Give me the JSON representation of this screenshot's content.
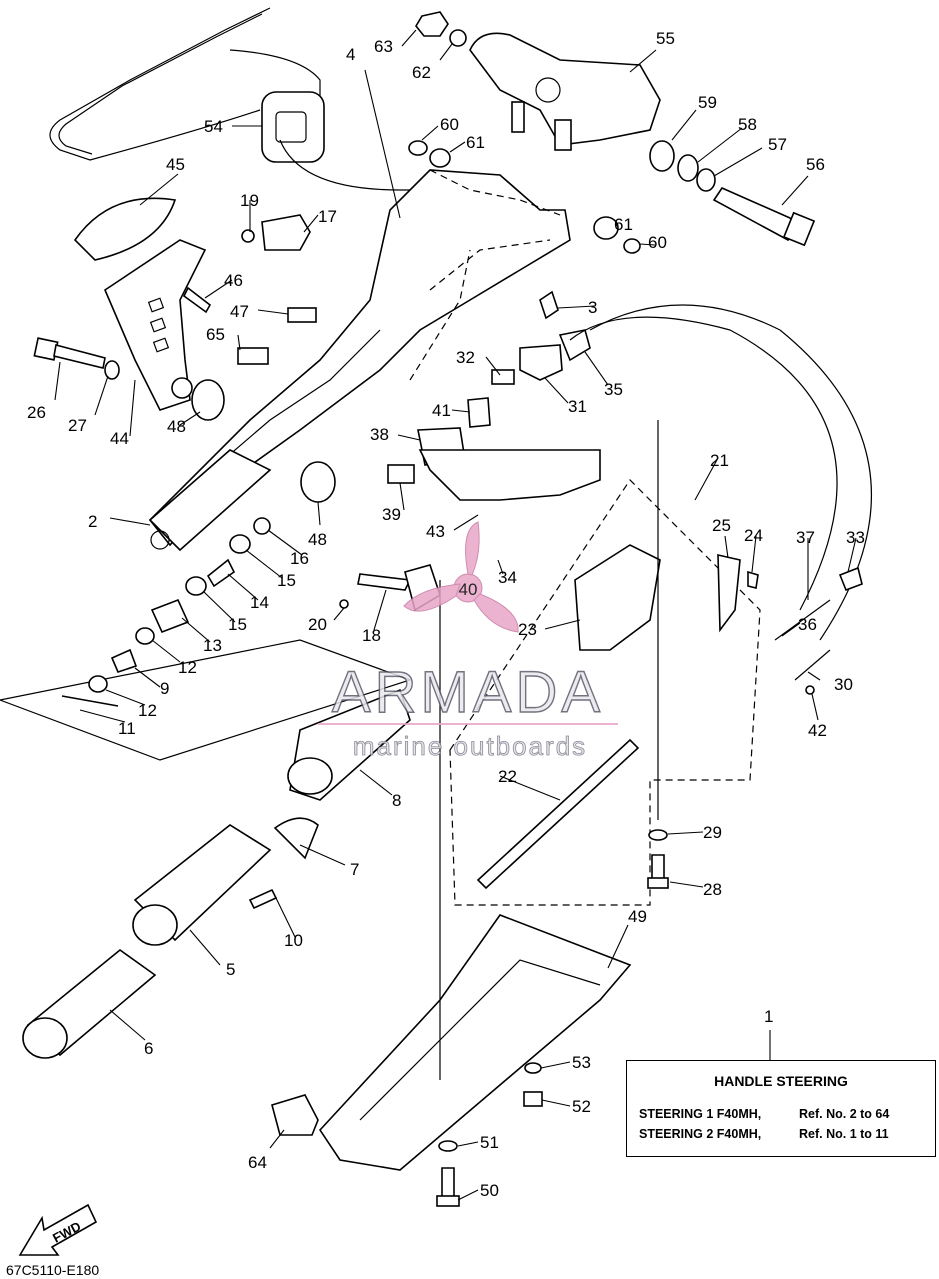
{
  "callouts": [
    "1",
    "2",
    "3",
    "4",
    "5",
    "6",
    "7",
    "8",
    "9",
    "10",
    "11",
    "12",
    "12",
    "13",
    "14",
    "15",
    "15",
    "16",
    "17",
    "18",
    "19",
    "20",
    "21",
    "22",
    "23",
    "24",
    "25",
    "26",
    "27",
    "28",
    "29",
    "30",
    "31",
    "32",
    "33",
    "34",
    "35",
    "36",
    "37",
    "38",
    "39",
    "40",
    "41",
    "42",
    "43",
    "44",
    "45",
    "46",
    "47",
    "48",
    "48",
    "49",
    "50",
    "51",
    "52",
    "53",
    "54",
    "55",
    "56",
    "57",
    "58",
    "59",
    "60",
    "60",
    "61",
    "61",
    "62",
    "63",
    "64",
    "65"
  ],
  "watermark": {
    "brand": "ARMADA",
    "tagline": "marine outboards",
    "badge_number": "40"
  },
  "info_box": {
    "title": "HANDLE STEERING",
    "rows": [
      {
        "label": "STEERING 1 F40MH,",
        "ref": "Ref. No. 2 to 64"
      },
      {
        "label": "STEERING 2 F40MH,",
        "ref": "Ref. No. 1 to 11"
      }
    ]
  },
  "fwd_label": "FWD",
  "drawing_code": "67C5110-E180",
  "colors": {
    "line": "#000000",
    "watermark_pink": "#e8a6c8",
    "watermark_text": "#5a5a6a"
  }
}
